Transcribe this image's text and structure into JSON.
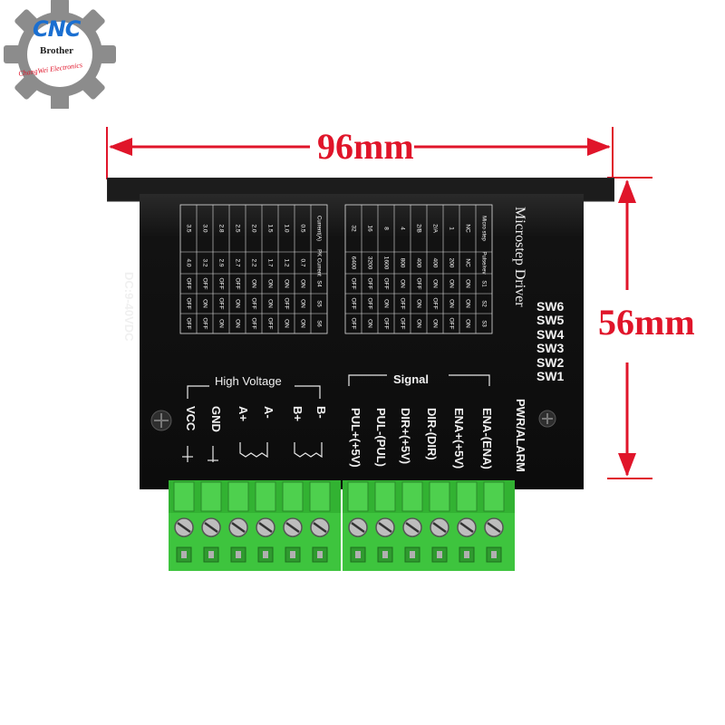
{
  "logo": {
    "main": "CNC",
    "sub": "Brother",
    "company": "ChangWei Electronics"
  },
  "dimensions": {
    "width": "96mm",
    "height": "56mm"
  },
  "driver": {
    "title": "Microstep Driver",
    "supply": "DC:9-40VDC",
    "switches": [
      "SW6",
      "SW5",
      "SW4",
      "SW3",
      "SW2",
      "SW1"
    ],
    "pwr_alarm": "PWR/ALARM",
    "high_voltage_label": "High Voltage",
    "signal_label": "Signal",
    "hv_terminals": [
      "VCC",
      "GND",
      "A+",
      "A-",
      "B+",
      "B-"
    ],
    "signal_terminals": [
      "PUL+(+5V)",
      "PUL-(PUL)",
      "DIR+(+5V)",
      "DIR-(DIR)",
      "ENA+(+5V)",
      "ENA-(ENA)"
    ],
    "microstep_table": {
      "headers": [
        "Micro step",
        "Pulse/rev",
        "S1",
        "S2",
        "S3"
      ],
      "rows": [
        [
          "NC",
          "NC",
          "ON",
          "ON",
          "ON"
        ],
        [
          "1",
          "200",
          "ON",
          "ON",
          "OFF"
        ],
        [
          "2/A",
          "400",
          "ON",
          "OFF",
          "ON"
        ],
        [
          "2/B",
          "400",
          "OFF",
          "ON",
          "ON"
        ],
        [
          "4",
          "800",
          "ON",
          "OFF",
          "OFF"
        ],
        [
          "8",
          "1600",
          "OFF",
          "ON",
          "OFF"
        ],
        [
          "16",
          "3200",
          "OFF",
          "OFF",
          "ON"
        ],
        [
          "32",
          "6400",
          "OFF",
          "OFF",
          "OFF"
        ]
      ]
    },
    "current_table": {
      "headers": [
        "Current(A)",
        "PK Current",
        "S4",
        "S5",
        "S6"
      ],
      "rows": [
        [
          "0.5",
          "0.7",
          "ON",
          "ON",
          "ON"
        ],
        [
          "1.0",
          "1.2",
          "ON",
          "OFF",
          "ON"
        ],
        [
          "1.5",
          "1.7",
          "ON",
          "ON",
          "OFF"
        ],
        [
          "2.0",
          "2.2",
          "ON",
          "OFF",
          "OFF"
        ],
        [
          "2.5",
          "2.7",
          "OFF",
          "ON",
          "ON"
        ],
        [
          "2.8",
          "2.9",
          "OFF",
          "OFF",
          "ON"
        ],
        [
          "3.0",
          "3.2",
          "OFF",
          "ON",
          "OFF"
        ],
        [
          "3.5",
          "4.0",
          "OFF",
          "OFF",
          "OFF"
        ]
      ]
    }
  },
  "colors": {
    "dimension": "#e0152a",
    "body": "#141414",
    "terminal": "#3ec43e",
    "logo_gear": "#8a8a8a",
    "logo_blue": "#1a6fd1"
  }
}
